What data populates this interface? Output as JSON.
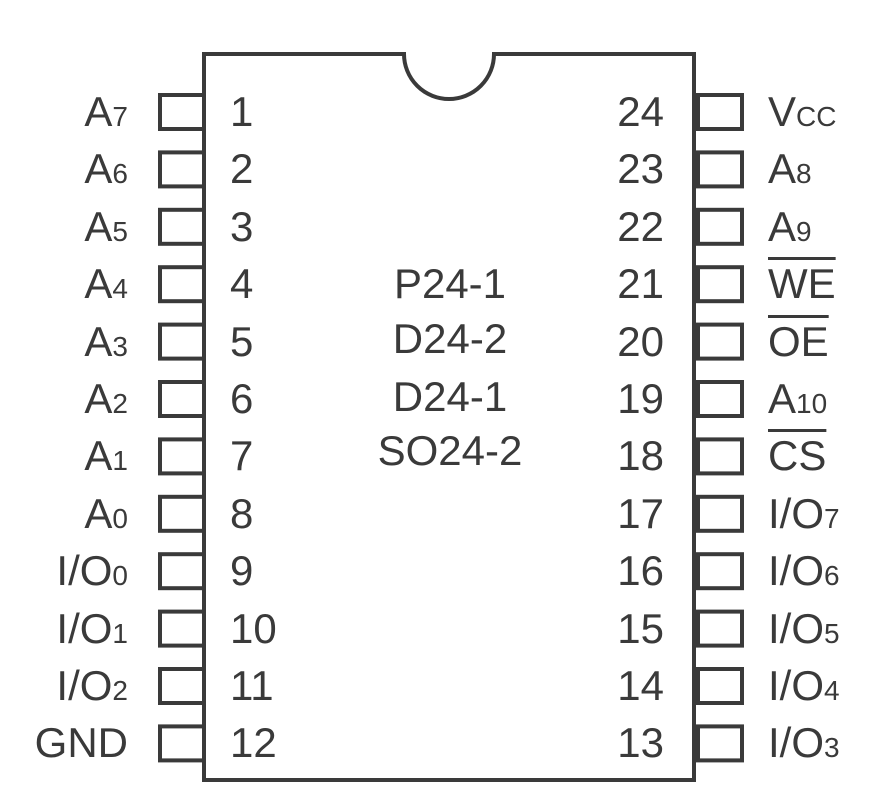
{
  "chip": {
    "packages": [
      "P24-1",
      "D24-2",
      "D24-1",
      "SO24-2"
    ],
    "left_pins": [
      {
        "number": "1",
        "name": "A",
        "sub": "7",
        "overbar": false
      },
      {
        "number": "2",
        "name": "A",
        "sub": "6",
        "overbar": false
      },
      {
        "number": "3",
        "name": "A",
        "sub": "5",
        "overbar": false
      },
      {
        "number": "4",
        "name": "A",
        "sub": "4",
        "overbar": false
      },
      {
        "number": "5",
        "name": "A",
        "sub": "3",
        "overbar": false
      },
      {
        "number": "6",
        "name": "A",
        "sub": "2",
        "overbar": false
      },
      {
        "number": "7",
        "name": "A",
        "sub": "1",
        "overbar": false
      },
      {
        "number": "8",
        "name": "A",
        "sub": "0",
        "overbar": false
      },
      {
        "number": "9",
        "name": "I/O",
        "sub": "0",
        "overbar": false
      },
      {
        "number": "10",
        "name": "I/O",
        "sub": "1",
        "overbar": false
      },
      {
        "number": "11",
        "name": "I/O",
        "sub": "2",
        "overbar": false
      },
      {
        "number": "12",
        "name": "GND",
        "sub": "",
        "overbar": false
      }
    ],
    "right_pins": [
      {
        "number": "24",
        "name": "V",
        "sub": "CC",
        "overbar": false
      },
      {
        "number": "23",
        "name": "A",
        "sub": "8",
        "overbar": false
      },
      {
        "number": "22",
        "name": "A",
        "sub": "9",
        "overbar": false
      },
      {
        "number": "21",
        "name": "WE",
        "sub": "",
        "overbar": true
      },
      {
        "number": "20",
        "name": "OE",
        "sub": "",
        "overbar": true
      },
      {
        "number": "19",
        "name": "A",
        "sub": "10",
        "overbar": false
      },
      {
        "number": "18",
        "name": "CS",
        "sub": "",
        "overbar": true
      },
      {
        "number": "17",
        "name": "I/O",
        "sub": "7",
        "overbar": false
      },
      {
        "number": "16",
        "name": "I/O",
        "sub": "6",
        "overbar": false
      },
      {
        "number": "15",
        "name": "I/O",
        "sub": "5",
        "overbar": false
      },
      {
        "number": "14",
        "name": "I/O",
        "sub": "4",
        "overbar": false
      },
      {
        "number": "13",
        "name": "I/O",
        "sub": "3",
        "overbar": false
      }
    ]
  }
}
